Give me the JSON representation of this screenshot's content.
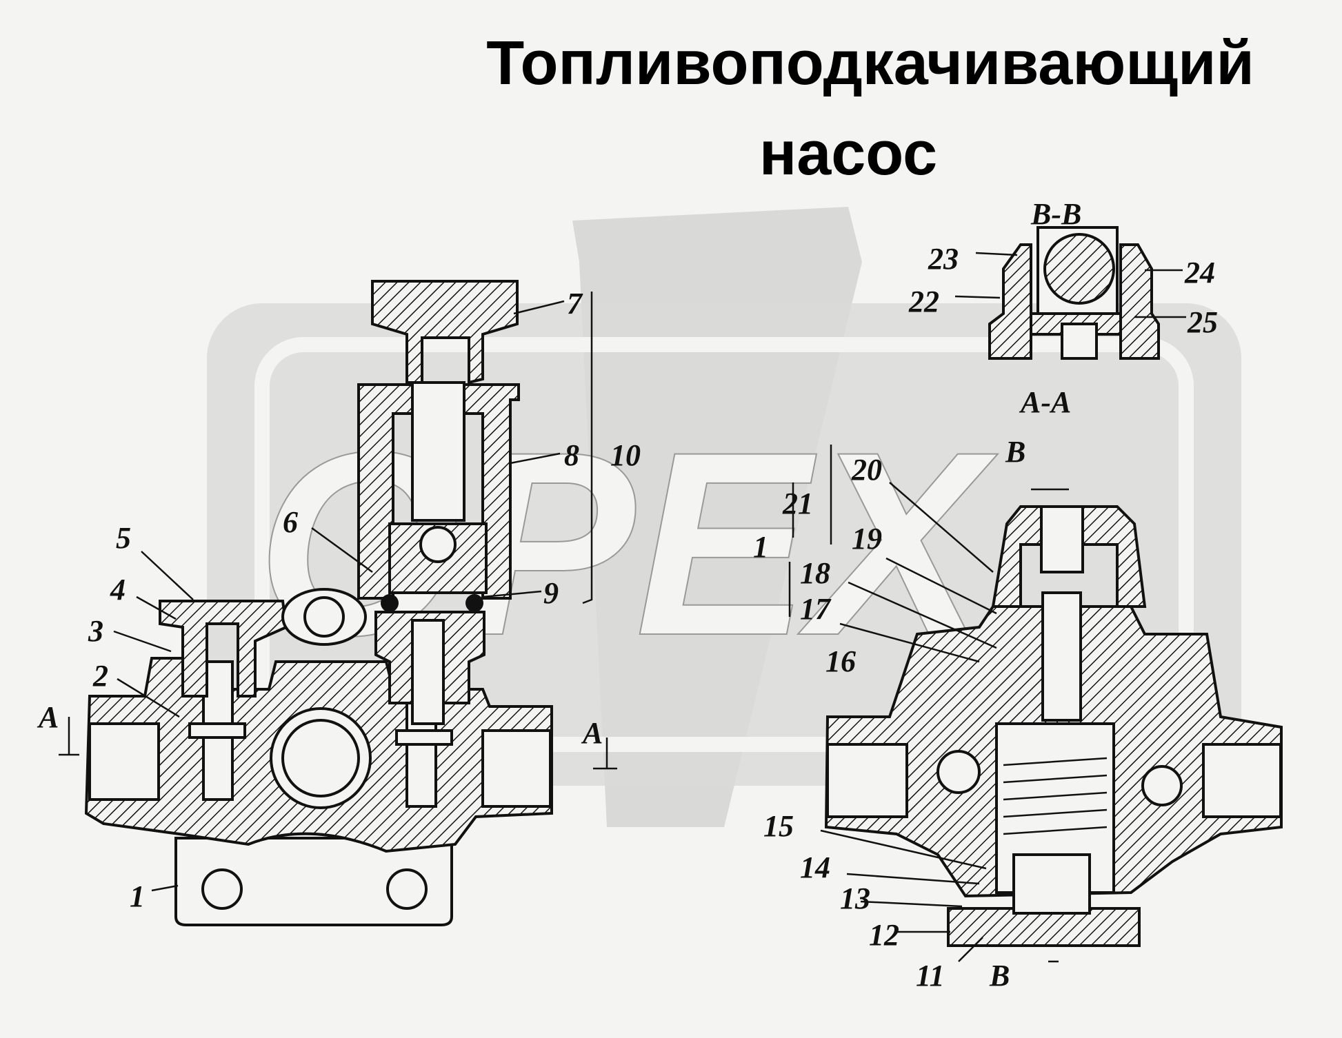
{
  "title": {
    "line1": "Топливоподкачивающий",
    "line2": "насос"
  },
  "watermark": {
    "text": "OPEX"
  },
  "colors": {
    "background": "#f4f4f2",
    "watermark": "#d9d9d8",
    "ink": "#111111"
  },
  "sections": {
    "bb": "B-B",
    "aa": "A-A",
    "b_top": "B",
    "b_bottom": "B",
    "a_left": "A",
    "a_right": "A"
  },
  "labels": {
    "p1_left": "1",
    "p2": "2",
    "p3": "3",
    "p4": "4",
    "p5": "5",
    "p6": "6",
    "p7": "7",
    "p8": "8",
    "p9": "9",
    "p10": "10",
    "p11": "11",
    "p12": "12",
    "p13": "13",
    "p14": "14",
    "p15": "15",
    "p16": "16",
    "p17": "17",
    "p18": "18",
    "p19": "19",
    "p20": "20",
    "p21": "21",
    "p1_right": "1",
    "p22": "22",
    "p23": "23",
    "p24": "24",
    "p25": "25"
  }
}
